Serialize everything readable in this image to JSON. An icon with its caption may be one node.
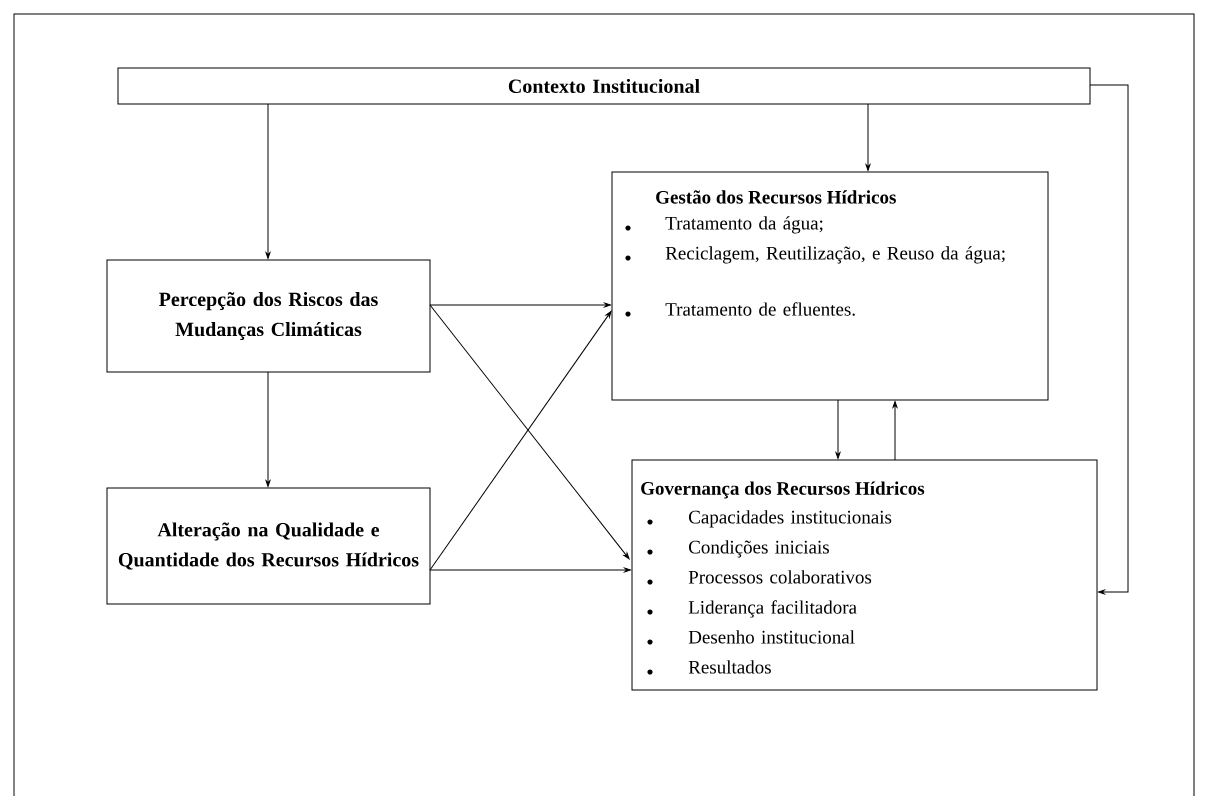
{
  "diagram": {
    "nodes": [
      {
        "text": [
          "Contexto Institucional"
        ]
      },
      {
        "text": [
          "Percepção dos Riscos das Mudanças Climáticas"
        ]
      },
      {
        "text": [
          "Gestão dos Recursos Hídricos",
          "Tratamento da água;",
          "Reciclagem, Reutilização, e Reuso da água;",
          "Tratamento de efluentes."
        ]
      },
      {
        "text": [
          "Alteração na Qualidade e Quantidade dos Recursos Hídricos"
        ]
      },
      {
        "text": [
          "Governança dos Recursos Hídricos",
          "Capacidades institucionais",
          "Condições iniciais",
          "Processos colaborativos",
          "Liderança facilitadora",
          "Desenho institucional",
          "Resultados"
        ]
      }
    ],
    "edges": [
      {
        "from": 0,
        "to": 1,
        "arrow": "to"
      },
      {
        "from": 0,
        "to": 2,
        "arrow": "to"
      },
      {
        "from": 0,
        "to": 4,
        "arrow": "to"
      },
      {
        "from": 1,
        "to": 2,
        "arrow": "to"
      },
      {
        "from": 1,
        "to": 4,
        "arrow": "to"
      },
      {
        "from": 1,
        "to": 3,
        "arrow": "to"
      },
      {
        "from": 3,
        "to": 2,
        "arrow": "to"
      },
      {
        "from": 3,
        "to": 4,
        "arrow": "to"
      },
      {
        "from": 2,
        "to": 4,
        "arrow": "to"
      },
      {
        "from": 4,
        "to": 2,
        "arrow": "to"
      }
    ]
  }
}
